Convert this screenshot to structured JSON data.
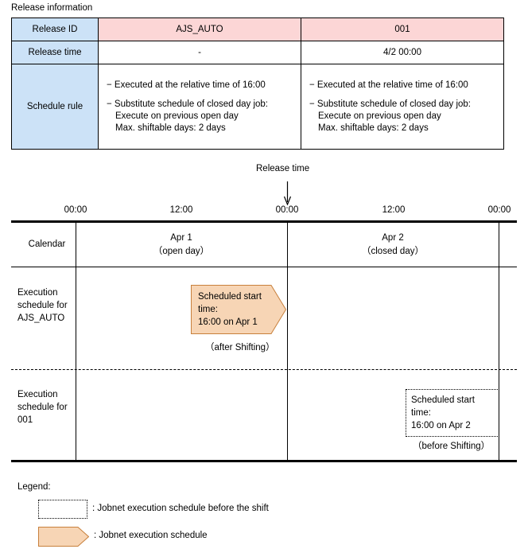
{
  "release_info": {
    "title": "Release information",
    "columns": [
      "Release ID",
      "AJS_AUTO",
      "001"
    ],
    "rows": [
      {
        "header": "Release ID",
        "ajs_auto": "AJS_AUTO",
        "unit001": "001"
      },
      {
        "header": "Release time",
        "ajs_auto": "-",
        "unit001": "4/2 00:00"
      },
      {
        "header": "Schedule rule"
      }
    ],
    "schedule_rule": {
      "ajs_auto": {
        "line1": "− Executed at the relative time of 16:00",
        "line2": "− Substitute schedule of closed day job:",
        "line3": "Execute on previous open day",
        "line4": "Max. shiftable days: 2 days"
      },
      "unit001": {
        "line1": "− Executed at the relative time of 16:00",
        "line2": "− Substitute schedule of closed day job:",
        "line3": "Execute on previous open day",
        "line4": "Max. shiftable days: 2 days"
      }
    },
    "colors": {
      "header_blue": "#cce2f7",
      "id_pink": "#fcd6d6",
      "border": "#000000"
    }
  },
  "timeline": {
    "release_time_label": "Release time",
    "ticks": [
      "00:00",
      "12:00",
      "00:00",
      "12:00",
      "00:00"
    ],
    "rows": {
      "calendar_label": "Calendar",
      "sched_ajsauto_label": "Execution\nschedule for\nAJS_AUTO",
      "sched_ajsauto_label_l1": "Execution",
      "sched_ajsauto_label_l2": "schedule for",
      "sched_ajsauto_label_l3": "AJS_AUTO",
      "sched_001_label_l1": "Execution",
      "sched_001_label_l2": "schedule for",
      "sched_001_label_l3": "001"
    },
    "days": [
      {
        "name": "Apr 1",
        "type": "（open day）"
      },
      {
        "name": "Apr 2",
        "type": "（closed day）"
      }
    ],
    "callout_after": {
      "line1": "Scheduled start",
      "line2": "time:",
      "line3": "16:00 on Apr 1",
      "note": "（after Shifting）",
      "fill": "#f7d5b5",
      "stroke": "#c8803c"
    },
    "callout_before": {
      "line1": "Scheduled start",
      "line2": "time:",
      "line3": "16:00 on Apr 2",
      "note": "（before Shifting）"
    }
  },
  "legend": {
    "title": "Legend:",
    "entries": [
      {
        "swatch": "dotted-box",
        "text": ": Jobnet execution schedule before the shift"
      },
      {
        "swatch": "orange-arrow",
        "text": ": Jobnet execution schedule"
      }
    ],
    "dotted_text": ": Jobnet execution schedule before the shift",
    "arrow_text": ": Jobnet execution schedule"
  }
}
